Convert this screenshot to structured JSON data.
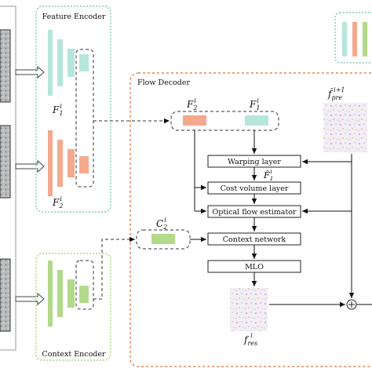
{
  "feature_encoder": {
    "title": "Feature Encoder",
    "f1": "F",
    "f1_sub": "1",
    "f1_sup": "i",
    "f2": "F",
    "f2_sub": "2",
    "f2_sup": "i"
  },
  "context_encoder": {
    "title": "Context Encoder"
  },
  "context_feature": {
    "c": "C",
    "c_sub": "2",
    "c_sup": "i"
  },
  "flow_decoder": {
    "title": "Flow Decoder",
    "f2": "F",
    "f2_sub": "2",
    "f2_sup": "i",
    "f1": "F",
    "f1_sub": "1",
    "f1_sup": "i",
    "f_pre": "f̂",
    "f_pre_sub": "pre",
    "f_pre_sup": "i+1",
    "f1_hat": "F̂",
    "f1_hat_sub": "1",
    "f1_hat_sup": "i",
    "f_res": "f",
    "f_res_sub": "res",
    "f_res_sup": "i",
    "nodes": {
      "warping": "Warping layer",
      "cost_volume": "Cost volume layer",
      "optical_flow": "Optical flow estimator",
      "context_network": "Context network",
      "mlo": "MLO"
    },
    "sum_symbol": "+"
  },
  "colors": {
    "teal_bar": "#b6e6da",
    "salmon_bar": "#f4a98f",
    "green_bar": "#b3d98a",
    "feature_border": "#6bbfb0",
    "context_border": "#9ccc6a",
    "flow_border": "#e36a2c",
    "frame_gray": "#9a9a9a"
  }
}
